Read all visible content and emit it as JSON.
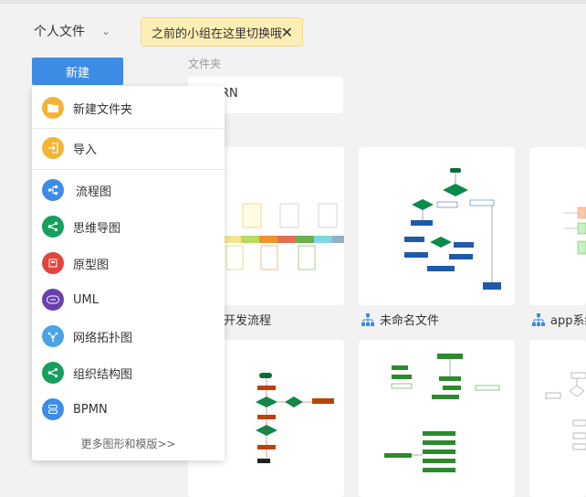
{
  "header": {
    "space_selector": "个人文件",
    "tip": "之前的小组在这里切换哦"
  },
  "toolbar": {
    "new_label": "新建"
  },
  "folders": {
    "section_label": "文件夹",
    "items": [
      {
        "name": "RN"
      }
    ]
  },
  "files": [
    {
      "name": "地开发流程"
    },
    {
      "name": "未命名文件"
    },
    {
      "name": "app系统"
    }
  ],
  "menu": {
    "items": [
      {
        "label": "新建文件夹",
        "icon": "folder-icon",
        "color": "#f5b335"
      },
      {
        "label": "导入",
        "icon": "import-icon",
        "color": "#f5b335"
      },
      {
        "label": "流程图",
        "icon": "flowchart-icon",
        "color": "#3d8ce6"
      },
      {
        "label": "思维导图",
        "icon": "mindmap-icon",
        "color": "#17a05d"
      },
      {
        "label": "原型图",
        "icon": "prototype-icon",
        "color": "#e2453c"
      },
      {
        "label": "UML",
        "icon": "uml-icon",
        "color": "#6b3fb0"
      },
      {
        "label": "网络拓扑图",
        "icon": "network-icon",
        "color": "#4aa3e8"
      },
      {
        "label": "组织结构图",
        "icon": "orgchart-icon",
        "color": "#17a05d"
      },
      {
        "label": "BPMN",
        "icon": "bpmn-icon",
        "color": "#3d8ce6"
      }
    ],
    "more_label": "更多图形和模版>>"
  }
}
